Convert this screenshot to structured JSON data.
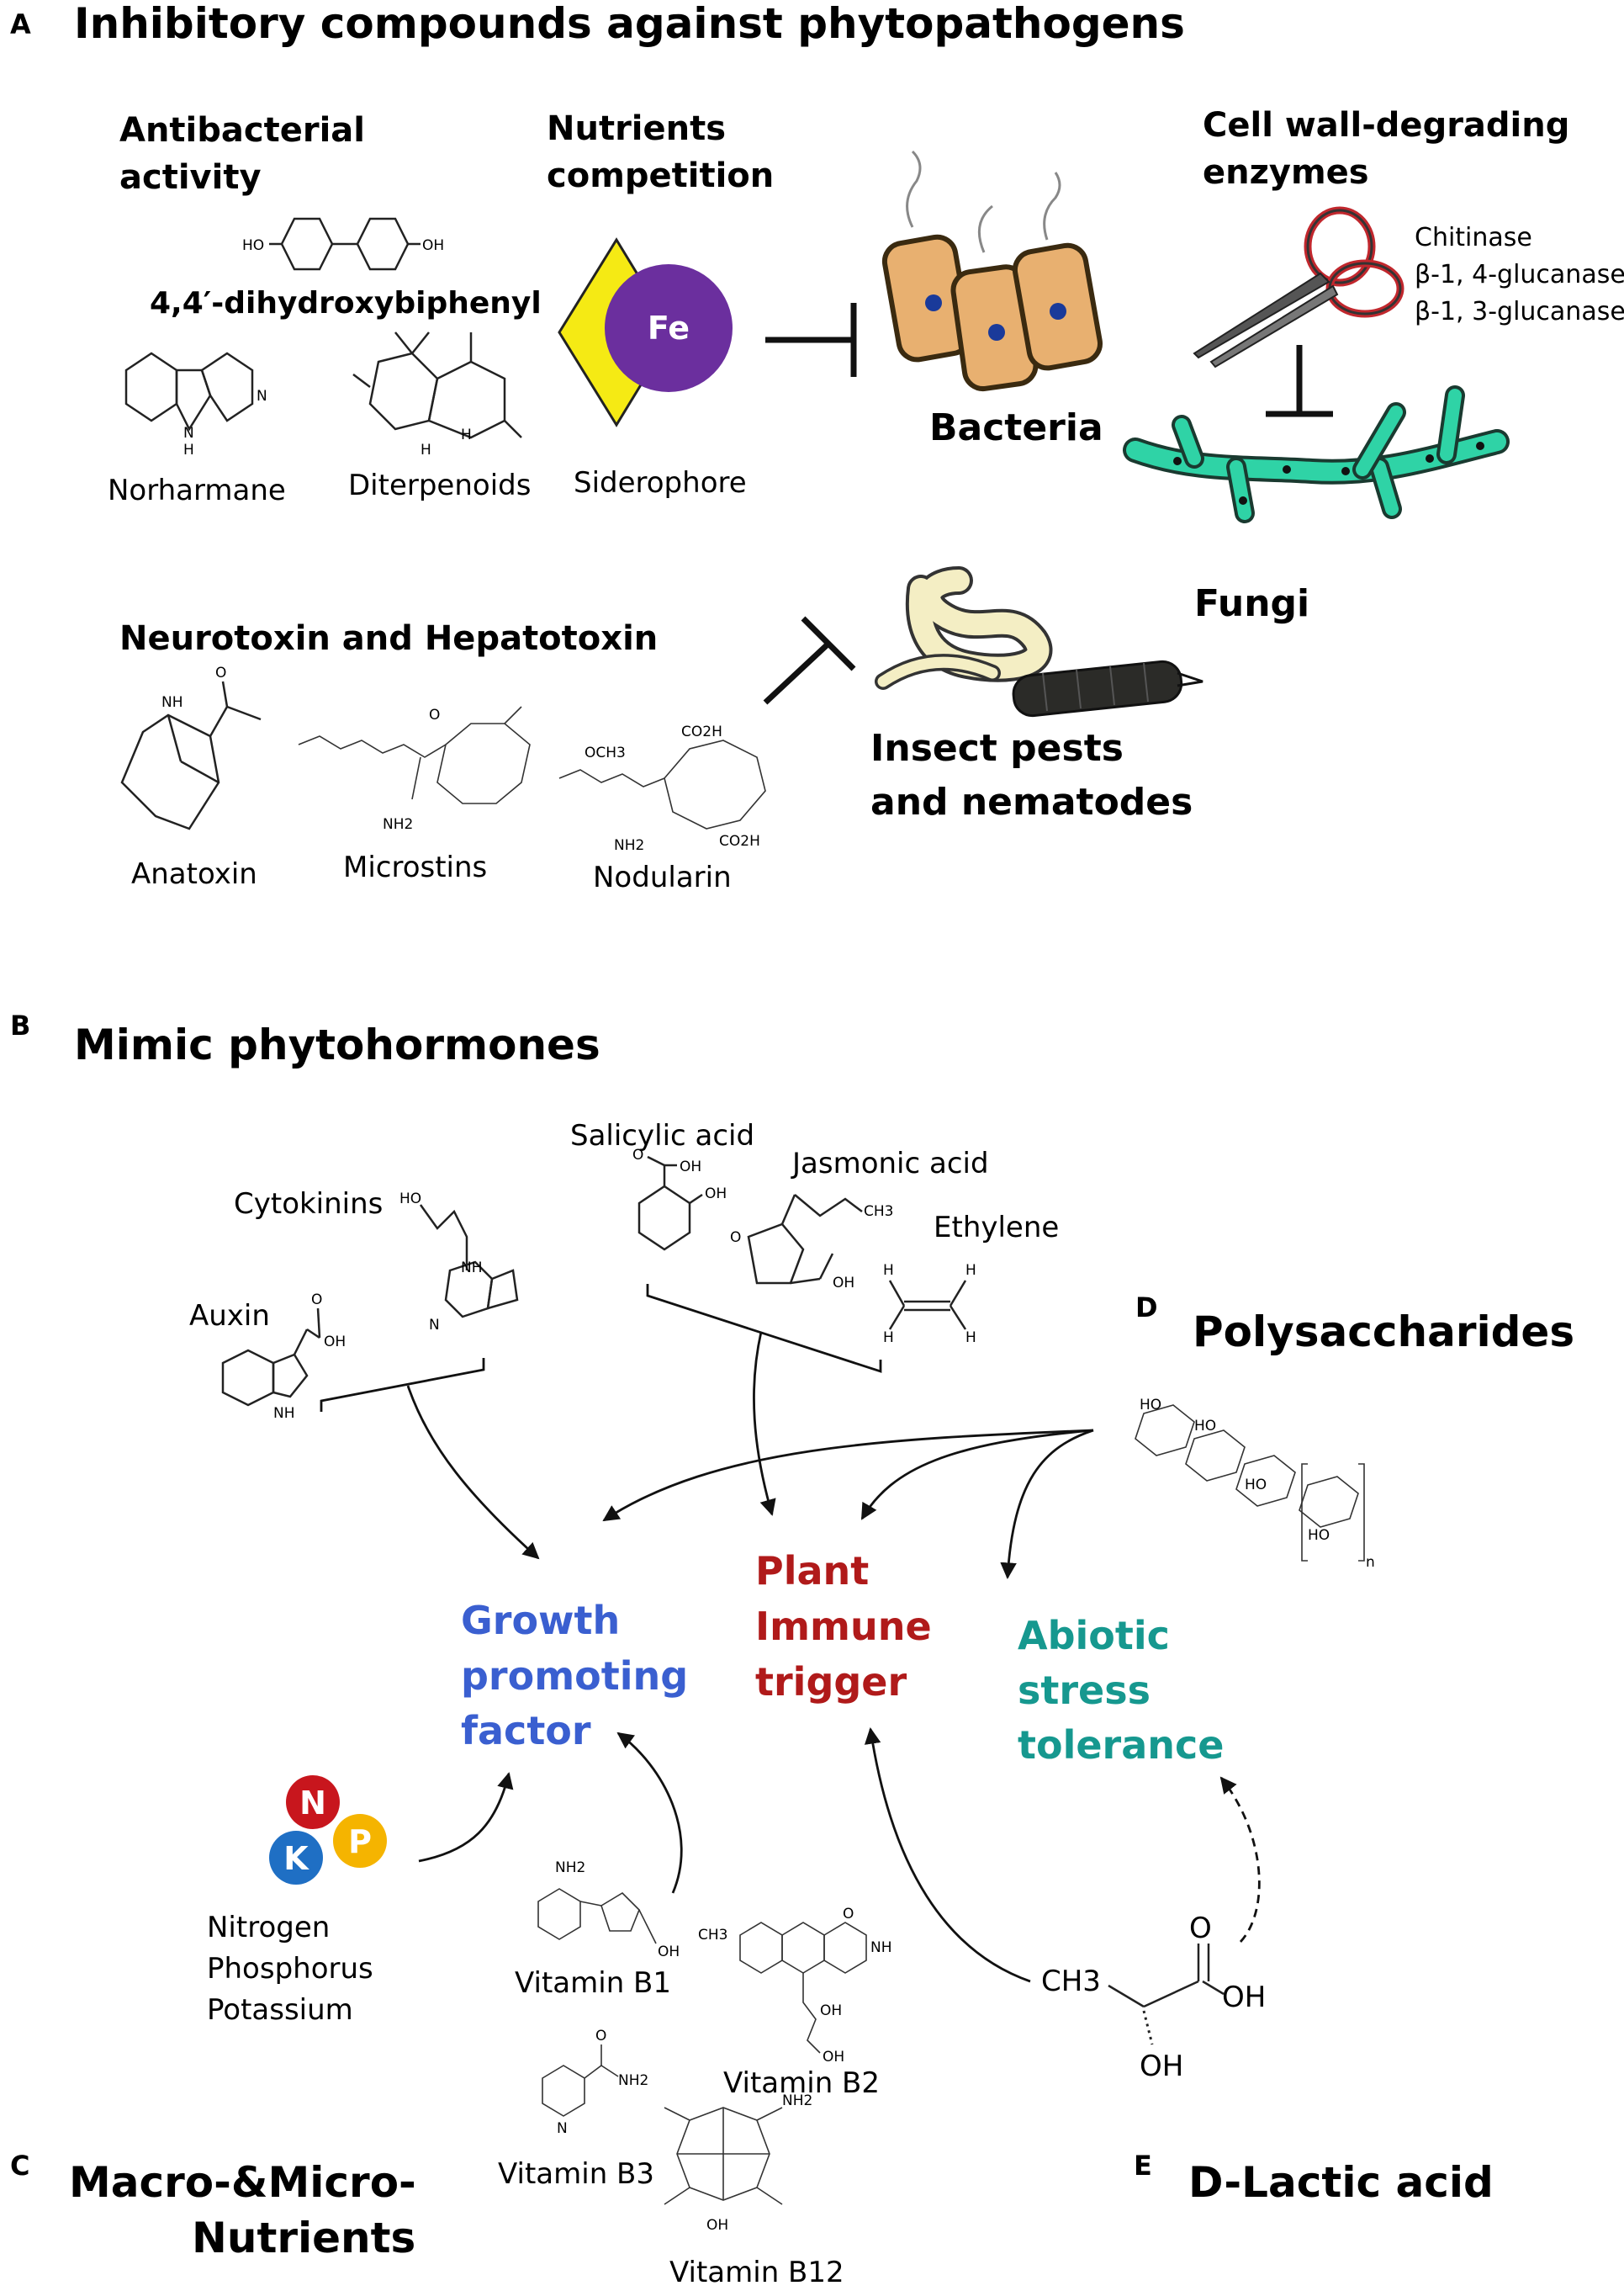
{
  "panels": {
    "A": {
      "letter": "A",
      "title": "Inhibitory compounds against phytopathogens",
      "antibacterial_l1": "Antibacterial",
      "antibacterial_l2": "activity",
      "dihydroxy": "4,4′-dihydroxybiphenyl",
      "norharmane": "Norharmane",
      "diterpenoids": "Diterpenoids",
      "nutrients_l1": "Nutrients",
      "nutrients_l2": "competition",
      "siderophore": "Siderophore",
      "fe": "Fe",
      "bacteria": "Bacteria",
      "cellwall_l1": "Cell wall-degrading",
      "cellwall_l2": "enzymes",
      "enzyme1": "Chitinase",
      "enzyme2": "β-1, 4-glucanase",
      "enzyme3": "β-1, 3-glucanase",
      "fungi": "Fungi",
      "neuro": "Neurotoxin and Hepatotoxin",
      "anatoxin": "Anatoxin",
      "microstins": "Microstins",
      "nodularin": "Nodularin",
      "insect_l1": "Insect pests",
      "insect_l2": "and nematodes"
    },
    "B": {
      "letter": "B",
      "title": "Mimic phytohormones",
      "salicylic": "Salicylic acid",
      "jasmonic": "Jasmonic acid",
      "cytokinins": "Cytokinins",
      "ethylene": "Ethylene",
      "auxin": "Auxin"
    },
    "C": {
      "letter": "C",
      "title_l1": "Macro-&Micro-",
      "title_l2": "Nutrients",
      "npk_n": "N",
      "npk_p": "P",
      "npk_k": "K",
      "nitrogen": "Nitrogen",
      "phosphorus": "Phosphorus",
      "potassium": "Potassium",
      "vb1": "Vitamin B1",
      "vb2": "Vitamin B2",
      "vb3": "Vitamin B3",
      "vb12": "Vitamin B12"
    },
    "D": {
      "letter": "D",
      "title": "Polysaccharides"
    },
    "E": {
      "letter": "E",
      "title": "D-Lactic acid",
      "ch3": "CH3",
      "o": "O",
      "oh1": "OH",
      "oh2": "OH"
    }
  },
  "outcomes": {
    "growth": {
      "l1": "Growth",
      "l2": "promoting",
      "l3": "factor",
      "color": "#3a5fd0"
    },
    "immune": {
      "l1": "Plant",
      "l2": "Immune",
      "l3": "trigger",
      "color": "#b01a1a"
    },
    "abiotic": {
      "l1": "Abiotic",
      "l2": "stress",
      "l3": "tolerance",
      "color": "#16988f"
    }
  },
  "colors": {
    "fe_circle": "#6b2f9e",
    "siderophore_diamond": "#f5ea14",
    "npk_n": "#c8161d",
    "npk_p": "#f5b400",
    "npk_k": "#1f6fc4",
    "fungi": "#2fd3a6",
    "bacteria": "#e8b070"
  },
  "chem": {
    "ho": "HO",
    "oh": "OH",
    "n": "N",
    "h": "H",
    "nh": "NH",
    "o": "O",
    "nh2": "NH2",
    "ch3": "CH3",
    "och3": "OCH3",
    "co2h": "CO2H",
    "n_sub": "n"
  }
}
